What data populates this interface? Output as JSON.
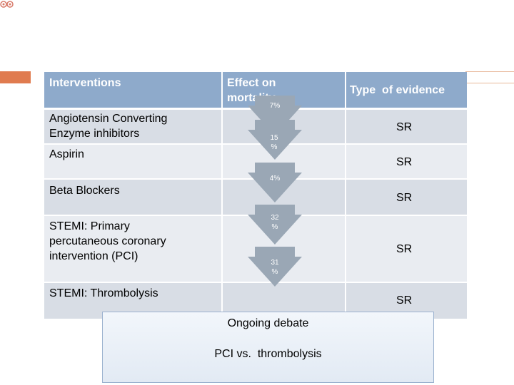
{
  "slide": {
    "headers": {
      "interventions": "Interventions",
      "effect": "Effect on mortality",
      "evidence": "Type  of evidence"
    },
    "rows": [
      {
        "intervention": "Angiotensin Converting Enzyme inhibitors",
        "evidence": "SR"
      },
      {
        "intervention": "Aspirin",
        "evidence": "SR"
      },
      {
        "intervention": "Beta Blockers",
        "evidence": "SR"
      },
      {
        "intervention": "STEMI: Primary percutaneous coronary intervention (PCI)",
        "evidence": "SR"
      },
      {
        "intervention": "STEMI: Thrombolysis",
        "evidence": "SR"
      }
    ],
    "arrows": [
      {
        "label": "7%"
      },
      {
        "label": "15 %"
      },
      {
        "label": "4%"
      },
      {
        "label": "32 %"
      },
      {
        "label": "31 %"
      }
    ],
    "debate": {
      "line1": "Ongoing debate",
      "line2": "PCI vs.  thrombolysis"
    },
    "colors": {
      "header": "#8eaacb",
      "arrow": "#9aa7b5",
      "accent": "#e07b4f"
    }
  }
}
